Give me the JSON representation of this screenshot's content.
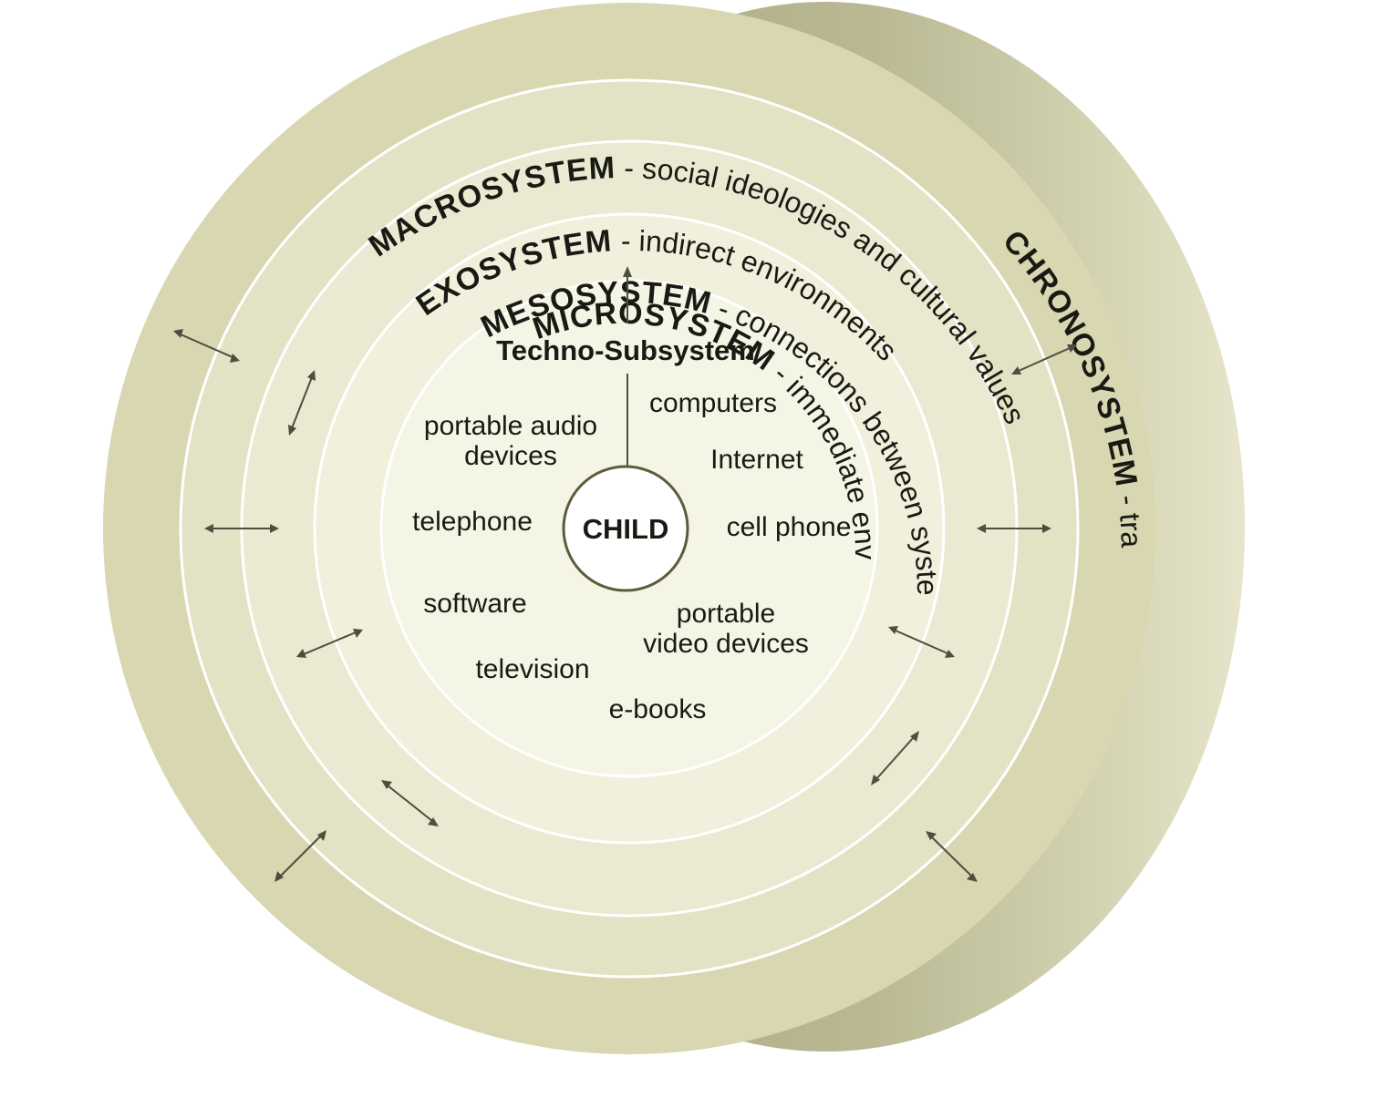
{
  "diagram": {
    "macrosystem": {
      "title": "MACROSYSTEM",
      "desc": " - social ideologies and cultural values"
    },
    "exosystem": {
      "title": "EXOSYSTEM",
      "desc": " - indirect environments"
    },
    "mesosystem": {
      "title": "MESOSYSTEM",
      "desc": " - connections between systems"
    },
    "microsystem": {
      "title": "MICROSYSTEM",
      "desc": " - immediate environments"
    },
    "chronosystem": {
      "title": "CHRONOSYSTEM",
      "desc": " - transitions over time"
    },
    "techno_subsystem": {
      "title": "Techno-Subsystem",
      "items": {
        "computers": "computers",
        "portable_audio_line1": "portable audio",
        "portable_audio_line2": "devices",
        "internet": "Internet",
        "telephone": "telephone",
        "cell_phone": "cell phone",
        "software": "software",
        "portable_video_line1": "portable",
        "portable_video_line2": "video devices",
        "television": "television",
        "ebooks": "e-books"
      }
    },
    "center": {
      "label": "CHILD"
    },
    "colors": {
      "outer_ring": "#d8d7b2",
      "ring_2": "#e3e2c4",
      "ring_3": "#eae9d1",
      "ring_4": "#f0f0dd",
      "core": "#f5f5e6",
      "side_band": "#a9a882",
      "separator": "#ffffff",
      "child_border": "#5d5c3a"
    }
  }
}
